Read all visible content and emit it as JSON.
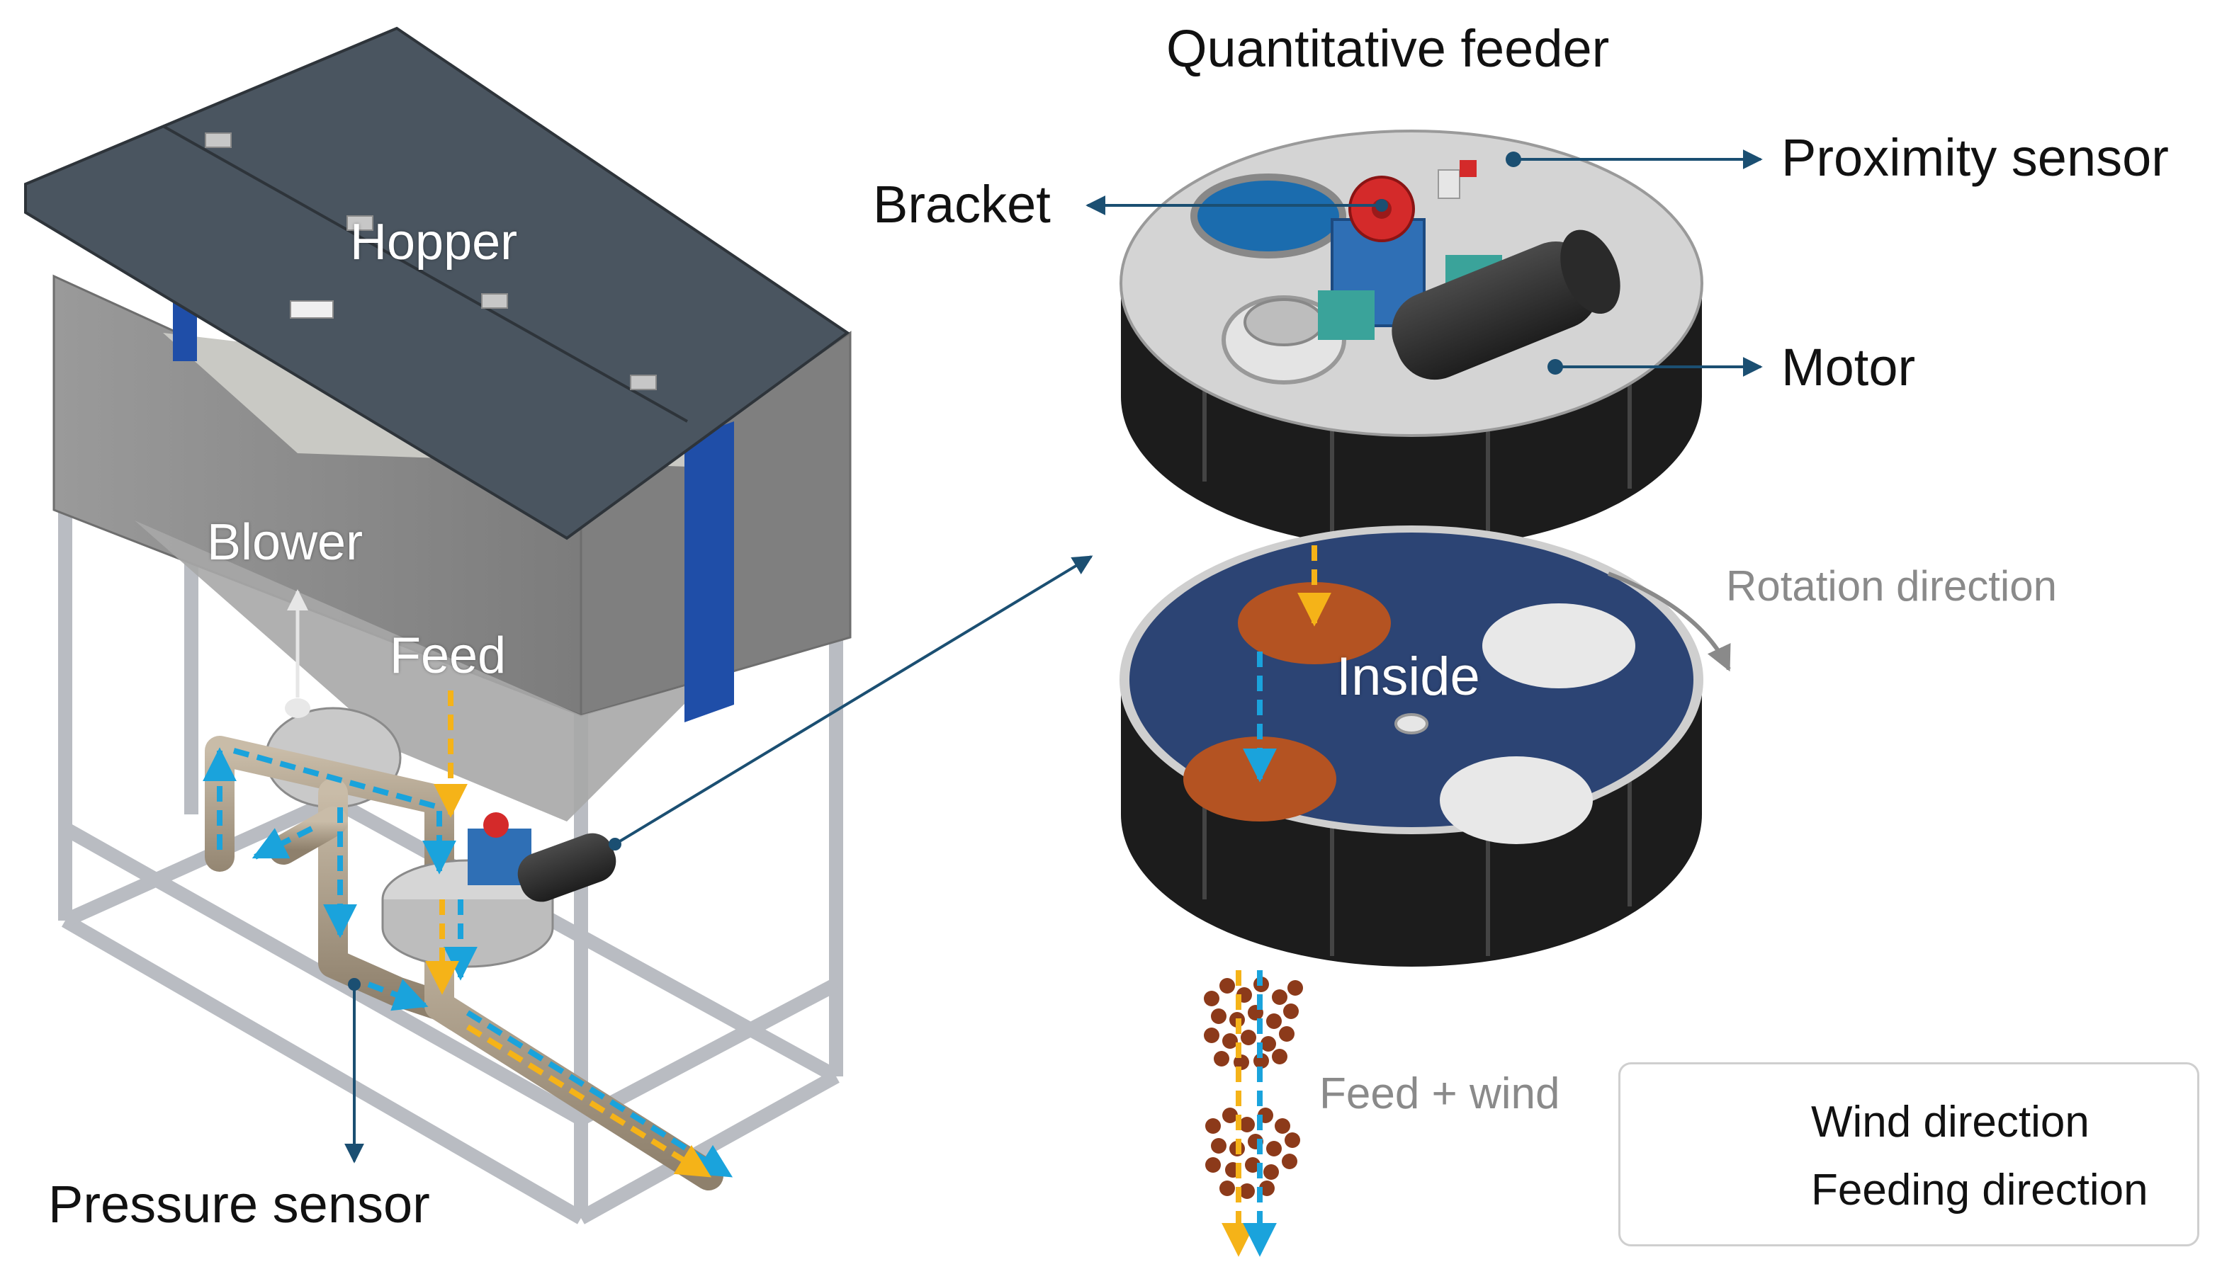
{
  "title": "Quantitative feeder",
  "labels": {
    "hopper": "Hopper",
    "blower": "Blower",
    "feed": "Feed",
    "pressure_sensor": "Pressure sensor",
    "bracket": "Bracket",
    "proximity_sensor": "Proximity sensor",
    "motor": "Motor",
    "rotation_direction": "Rotation direction",
    "inside": "Inside",
    "feed_wind": "Feed + wind"
  },
  "legend": {
    "wind": "Wind direction",
    "feeding": "Feeding direction"
  },
  "colors": {
    "wind": "#1aa3dc",
    "feeding": "#f5b318",
    "callout": "#1b4f72",
    "disc_top": "#d4d4d4",
    "disc_body": "#1c1c1c",
    "rotor": "#2c4474",
    "pocket_feed": "#b45322",
    "hopper_body": "#8d8d8d",
    "hopper_lid": "#4a5560"
  }
}
